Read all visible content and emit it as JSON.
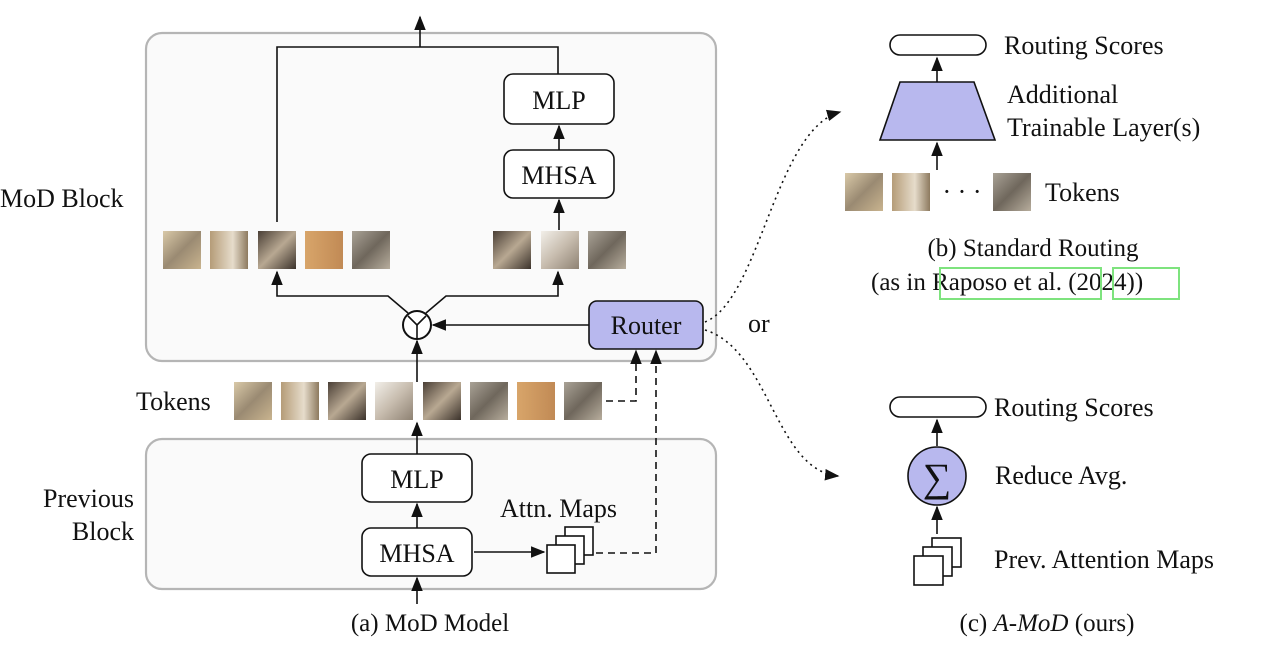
{
  "panel_a": {
    "block_label": "MoD Block",
    "prev_label_1": "Previous",
    "prev_label_2": "Block",
    "mlp_label": "MLP",
    "mhsa_label": "MHSA",
    "router_label": "Router",
    "tokens_label": "Tokens",
    "attn_maps_label": "Attn. Maps",
    "caption": "(a) MoD Model"
  },
  "or_label": "or",
  "panel_b": {
    "routing_scores": "Routing Scores",
    "layer_label_1": "Additional",
    "layer_label_2": "Trainable Layer(s)",
    "tokens_label": "Tokens",
    "ellipsis": "· · ·",
    "caption_1": "(b) Standard Routing",
    "caption_2_pre": "(as in ",
    "caption_2_cite": "Raposo et al.",
    "caption_2_mid": " (",
    "caption_2_year": "2024",
    "caption_2_post": "))"
  },
  "panel_c": {
    "routing_scores": "Routing Scores",
    "sum_symbol": "∑",
    "reduce_label": "Reduce Avg.",
    "prev_maps_label": "Prev. Attention Maps",
    "caption_pre": "(c) ",
    "caption_em": "A-MoD",
    "caption_post": " (ours)"
  },
  "colors": {
    "router_fill": "#b8b8ee",
    "trainable_layer_fill": "#b8b8ee",
    "sum_fill": "#b8b8ee",
    "citation_box": "#7ee37e"
  }
}
